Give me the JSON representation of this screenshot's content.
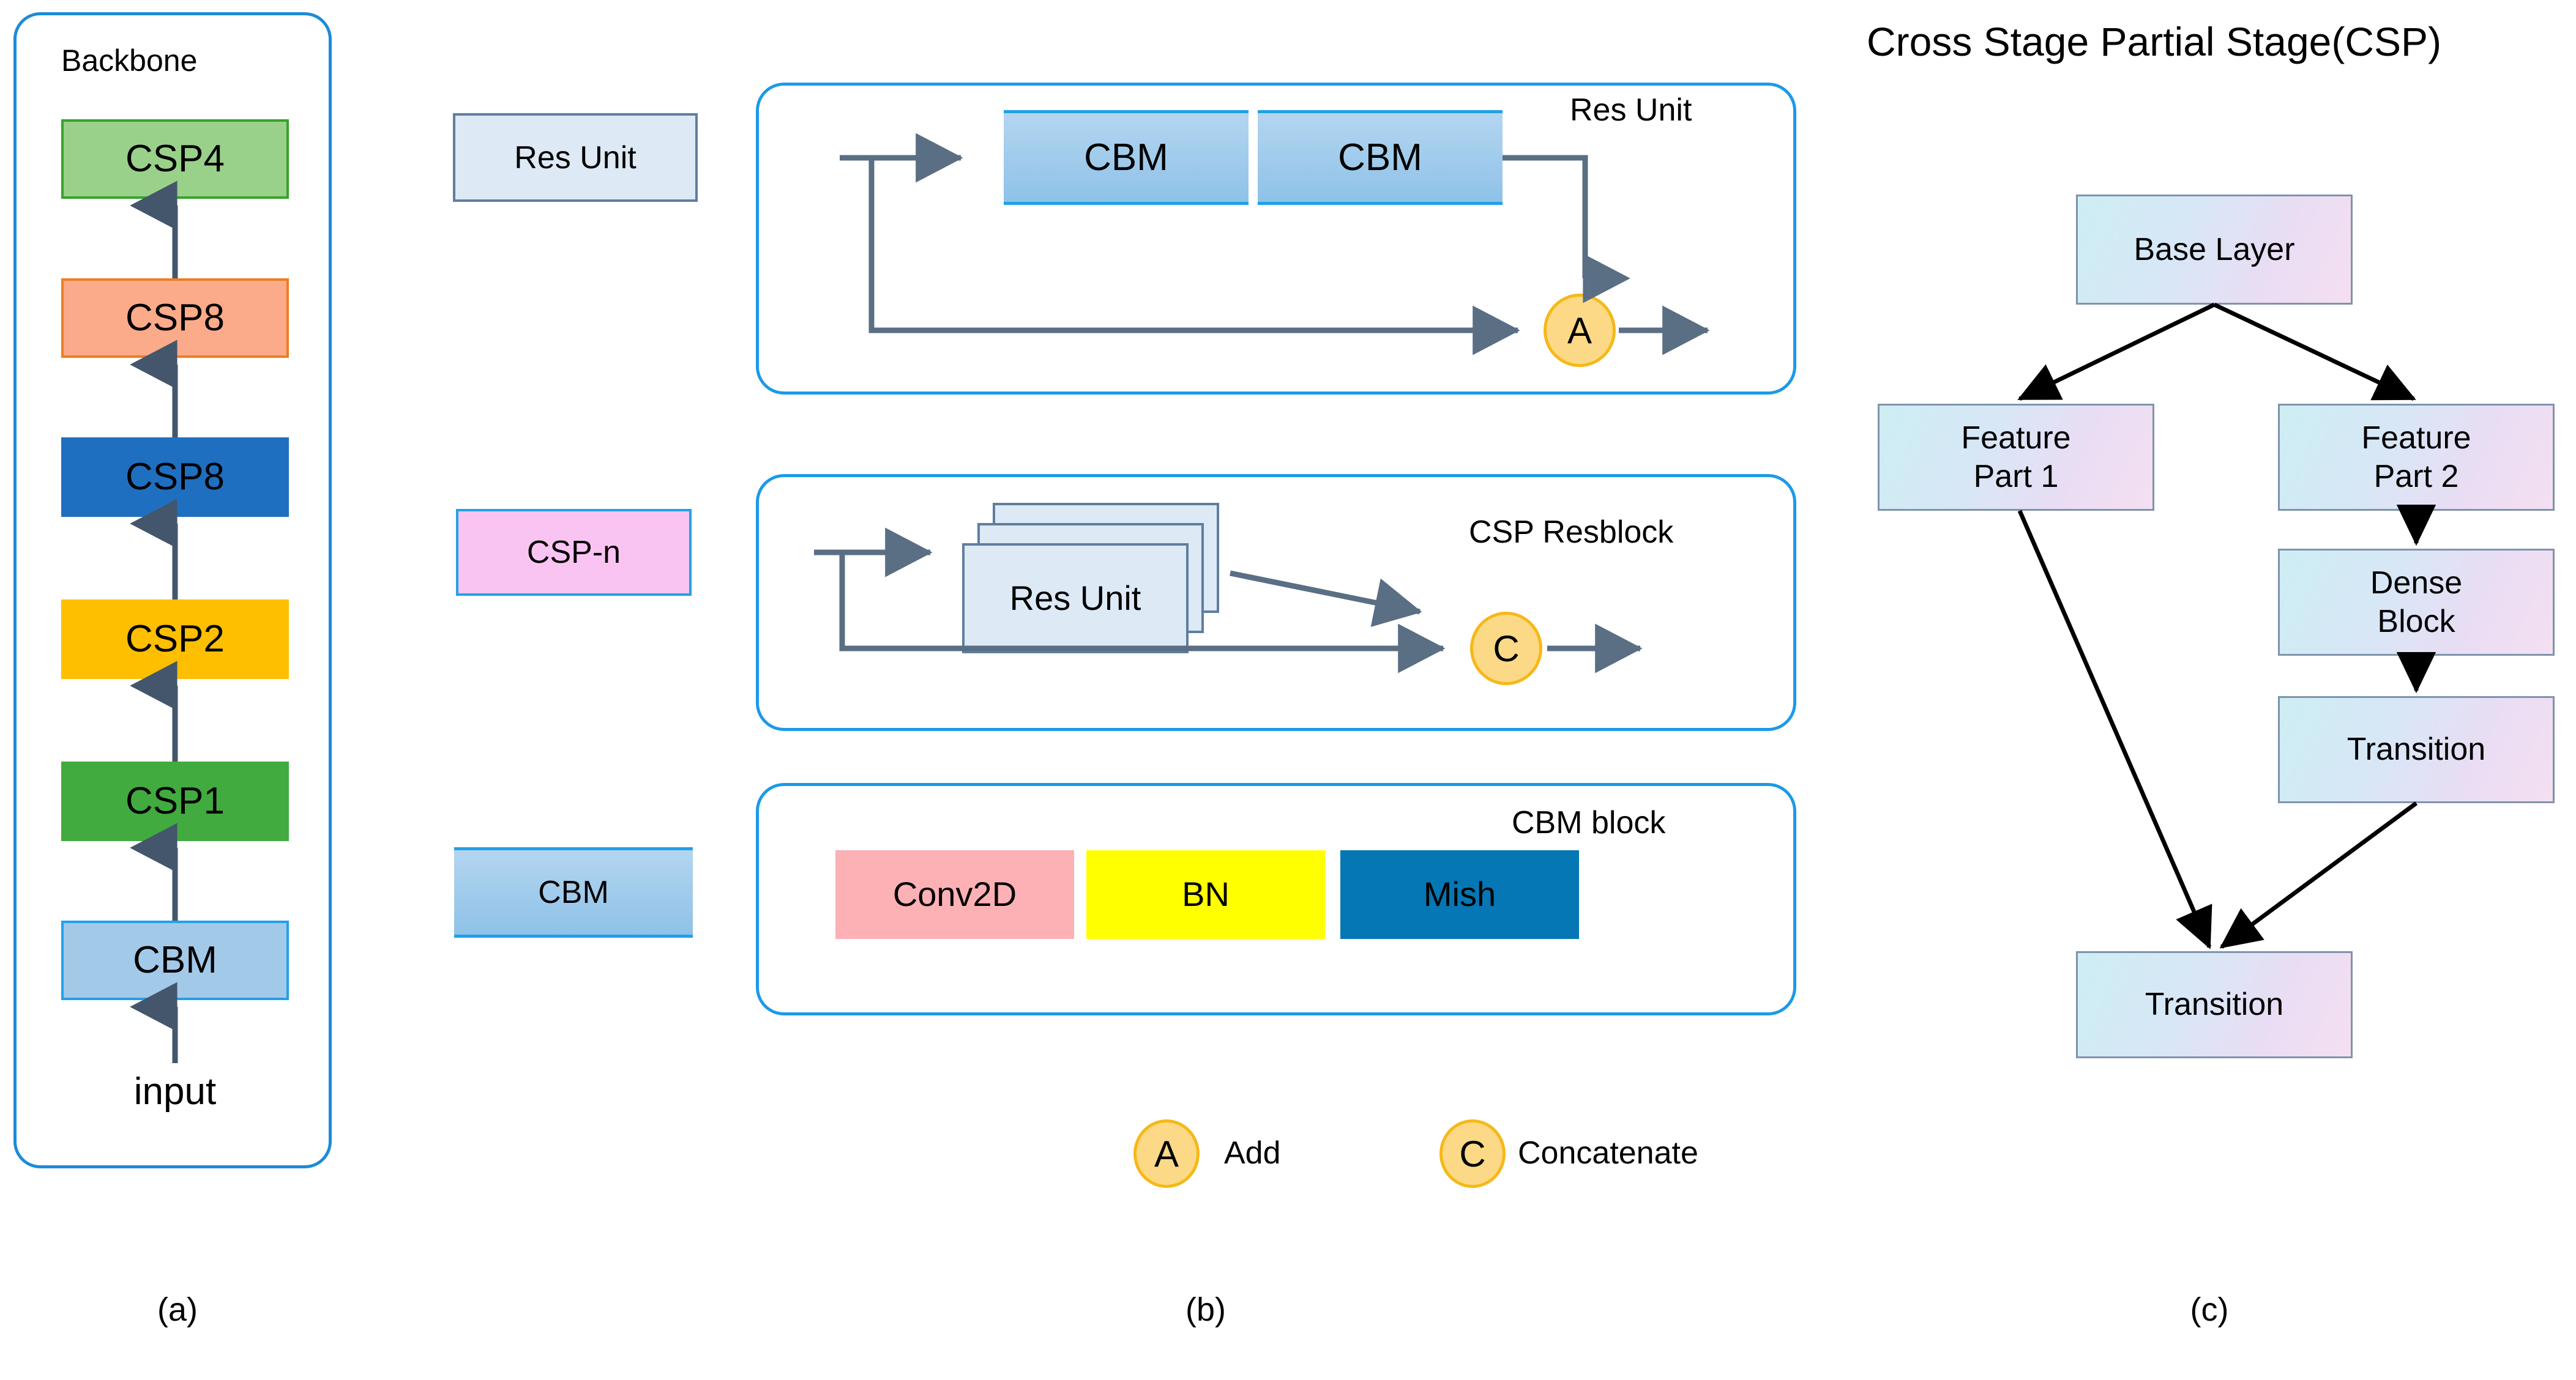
{
  "figure": {
    "captions": [
      {
        "label": "(a)"
      },
      {
        "label": "(b)"
      },
      {
        "label": "(c)"
      }
    ]
  },
  "panel_a": {
    "title": "Backbone",
    "input_label": "input",
    "blocks": [
      {
        "label": "CSP4",
        "fill": "#99d18a",
        "stroke": "#36a32a"
      },
      {
        "label": "CSP8",
        "fill": "#fcab8a",
        "stroke": "#ef7d22"
      },
      {
        "label": "CSP8",
        "fill": "#1f6fc1",
        "stroke": "#1f6fc1"
      },
      {
        "label": "CSP2",
        "fill": "#fdbf00",
        "stroke": "#fdbf00"
      },
      {
        "label": "CSP1",
        "fill": "#41ab3f",
        "stroke": "#41ab3f"
      },
      {
        "label": "CBM",
        "fill": "#a3c9e9",
        "stroke": "#22a1e8"
      }
    ]
  },
  "panel_b": {
    "groups": [
      {
        "key": "res_unit",
        "chip_label": "Res Unit",
        "caption": "Res Unit",
        "inner_blocks": [
          "CBM",
          "CBM"
        ],
        "merge_node": "A"
      },
      {
        "key": "csp_resblock",
        "chip_label": "CSP-n",
        "caption": "CSP Resblock",
        "stack_label": "Res Unit",
        "stack_count": 3,
        "merge_node": "C"
      },
      {
        "key": "cbm_block",
        "chip_label": "CBM",
        "caption": "CBM block",
        "inner_blocks": [
          {
            "label": "Conv2D",
            "fill": "#fdb1b5"
          },
          {
            "label": "BN",
            "fill": "#ffff00"
          },
          {
            "label": "Mish",
            "fill": "#0477b4"
          }
        ]
      }
    ],
    "legend": [
      {
        "symbol": "A",
        "text": "Add"
      },
      {
        "symbol": "C",
        "text": "Concatenate"
      }
    ],
    "colors": {
      "group_border": "#1b9ae8",
      "arrow": "#5a6e84",
      "merge_fill": "#fcd986",
      "merge_stroke": "#f6b819"
    }
  },
  "panel_c": {
    "title": "Cross Stage Partial Stage(CSP)",
    "nodes": [
      {
        "id": "base",
        "label": "Base Layer"
      },
      {
        "id": "feat1",
        "label": "Feature\nPart 1"
      },
      {
        "id": "feat2",
        "label": "Feature\nPart 2"
      },
      {
        "id": "dense",
        "label": "Dense\nBlock"
      },
      {
        "id": "transition1",
        "label": "Transition"
      },
      {
        "id": "transition2",
        "label": "Transition"
      }
    ],
    "edges": [
      {
        "from": "base",
        "to": "feat1"
      },
      {
        "from": "base",
        "to": "feat2"
      },
      {
        "from": "feat2",
        "to": "dense"
      },
      {
        "from": "dense",
        "to": "transition1"
      },
      {
        "from": "feat1",
        "to": "transition2"
      },
      {
        "from": "transition1",
        "to": "transition2"
      }
    ]
  }
}
